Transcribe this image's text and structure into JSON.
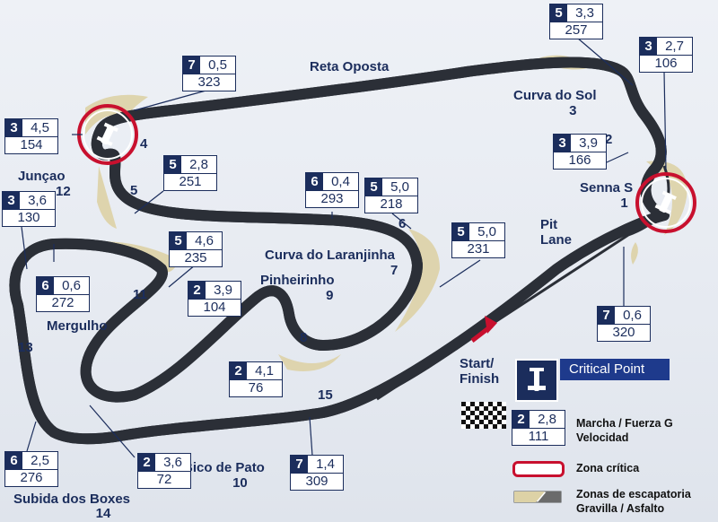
{
  "labels": {
    "reta_oposta": "Reta Oposta",
    "curva_do_sol": "Curva do Sol",
    "curva_do_sol_num": "3",
    "t2": "2",
    "senna_s": "Senna S",
    "senna_s_num": "1",
    "pit_lane_1": "Pit",
    "pit_lane_2": "Lane",
    "t4": "4",
    "juncao": "Junçao",
    "juncao_num": "12",
    "t5": "5",
    "t6": "6",
    "curva_laranjinha": "Curva do Laranjinha",
    "curva_laranjinha_num": "7",
    "pinheirinho": "Pinheirinho",
    "pinheirinho_num": "9",
    "t8": "8",
    "t11": "11",
    "mergulho": "Mergulho",
    "t13": "13",
    "t15": "15",
    "start_1": "Start/",
    "start_2": "Finish",
    "bico_de_pato": "Bico de Pato",
    "bico_de_pato_num": "10",
    "subida_dos_boxes": "Subida dos Boxes",
    "subida_dos_boxes_num": "14"
  },
  "boxes": [
    {
      "gear": "5",
      "g": "3,3",
      "speed": "257"
    },
    {
      "gear": "3",
      "g": "2,7",
      "speed": "106"
    },
    {
      "gear": "7",
      "g": "0,5",
      "speed": "323"
    },
    {
      "gear": "3",
      "g": "4,5",
      "speed": "154"
    },
    {
      "gear": "3",
      "g": "3,9",
      "speed": "166"
    },
    {
      "gear": "5",
      "g": "2,8",
      "speed": "251"
    },
    {
      "gear": "3",
      "g": "3,6",
      "speed": "130"
    },
    {
      "gear": "6",
      "g": "0,4",
      "speed": "293"
    },
    {
      "gear": "5",
      "g": "5,0",
      "speed": "218"
    },
    {
      "gear": "5",
      "g": "5,0",
      "speed": "231"
    },
    {
      "gear": "5",
      "g": "4,6",
      "speed": "235"
    },
    {
      "gear": "6",
      "g": "0,6",
      "speed": "272"
    },
    {
      "gear": "2",
      "g": "3,9",
      "speed": "104"
    },
    {
      "gear": "2",
      "g": "4,1",
      "speed": "76"
    },
    {
      "gear": "7",
      "g": "0,6",
      "speed": "320"
    },
    {
      "gear": "2",
      "g": "3,6",
      "speed": "72"
    },
    {
      "gear": "7",
      "g": "1,4",
      "speed": "309"
    },
    {
      "gear": "6",
      "g": "2,5",
      "speed": "276"
    }
  ],
  "legend": {
    "critical_point": "Critical Point",
    "sample": {
      "gear": "2",
      "g": "2,8",
      "speed": "111"
    },
    "gear_g": "Marcha  / Fuerza G",
    "speed": "Velocidad",
    "critical_zone": "Zona crítica",
    "runoff_1": "Zonas de escapatoria",
    "runoff_2": "Gravilla / Asfalto"
  },
  "colors": {
    "track": "#2b2f37",
    "navy": "#1b2d5c",
    "gravel": "#ddd2a6",
    "critical": "#c8102e",
    "arrow": "#c8102e"
  },
  "icons": [
    "race-car-icon",
    "checkered-flag-icon",
    "direction-arrow-icon"
  ]
}
